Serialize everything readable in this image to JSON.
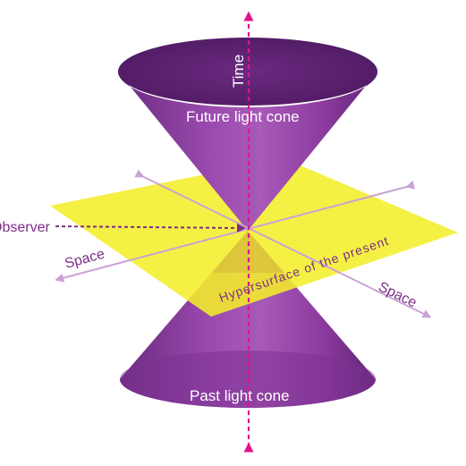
{
  "labels": {
    "time": "Time",
    "future_cone": "Future light cone",
    "past_cone": "Past light cone",
    "observer": "Observer",
    "space_left": "Space",
    "space_right": "Space",
    "hypersurface": "Hypersurface of the present"
  },
  "colors": {
    "cone_dark": "#5b2371",
    "cone_mid": "#8e3aa0",
    "cone_light": "#b466c0",
    "plane": "#f4ee2a",
    "time_axis": "#e0148a",
    "space_axis": "#c9a3d4",
    "observer_arrow": "#7a2f86",
    "label_text": "#7a2f86"
  }
}
